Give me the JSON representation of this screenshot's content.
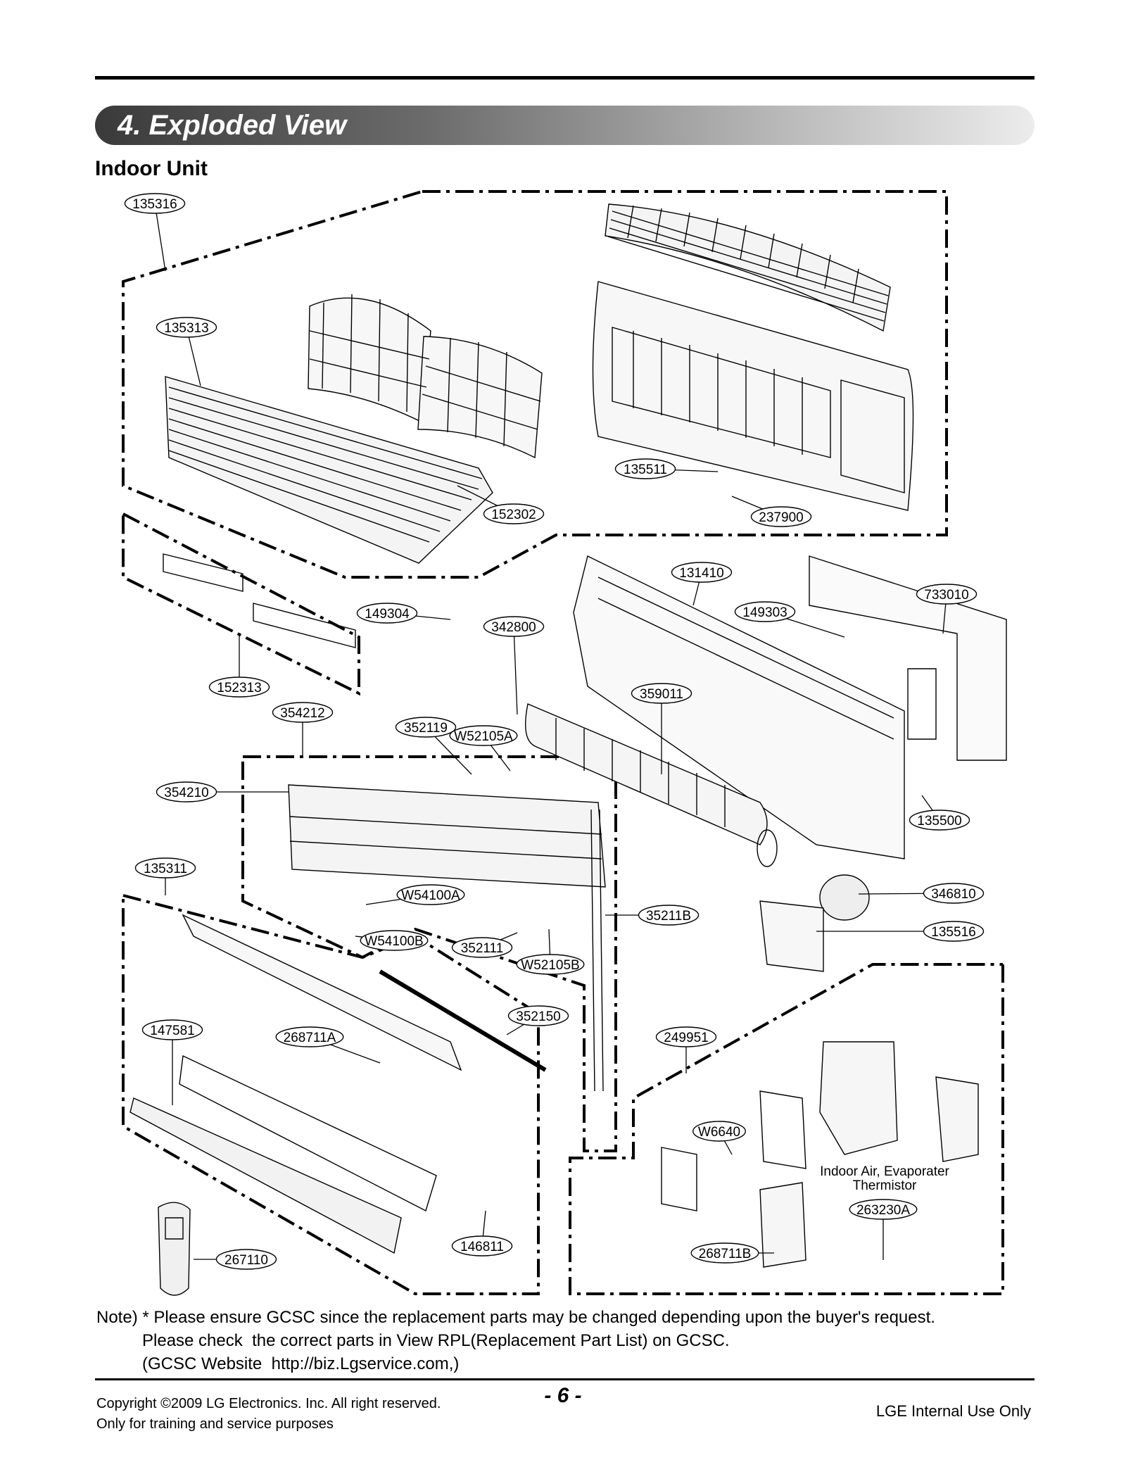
{
  "section_title": "4. Exploded View",
  "subtitle": "Indoor Unit",
  "callouts": [
    {
      "id": "135316"
    },
    {
      "id": "135313"
    },
    {
      "id": "152302"
    },
    {
      "id": "135511"
    },
    {
      "id": "237900"
    },
    {
      "id": "152313"
    },
    {
      "id": "149304"
    },
    {
      "id": "342800"
    },
    {
      "id": "131410"
    },
    {
      "id": "149303"
    },
    {
      "id": "733010"
    },
    {
      "id": "359011"
    },
    {
      "id": "354212"
    },
    {
      "id": "352119"
    },
    {
      "id": "W52105A"
    },
    {
      "id": "354210"
    },
    {
      "id": "135500"
    },
    {
      "id": "135311"
    },
    {
      "id": "W54100A"
    },
    {
      "id": "346810"
    },
    {
      "id": "35211B"
    },
    {
      "id": "135516"
    },
    {
      "id": "W54100B"
    },
    {
      "id": "352111"
    },
    {
      "id": "W52105B"
    },
    {
      "id": "352150"
    },
    {
      "id": "147581"
    },
    {
      "id": "268711A"
    },
    {
      "id": "249951"
    },
    {
      "id": "W6640"
    },
    {
      "id": "263230A"
    },
    {
      "id": "268711B"
    },
    {
      "id": "146811"
    },
    {
      "id": "267110"
    }
  ],
  "thermistor_label_1": "Indoor Air, Evaporater",
  "thermistor_label_2": "Thermistor",
  "note_line_1": "Note) * Please ensure GCSC since the replacement parts may be changed depending upon the buyer's request.",
  "note_line_2": "Please check  the correct parts in View RPL(Replacement Part List) on GCSC.",
  "note_line_3": "(GCSC Website  http://biz.Lgservice.com,)",
  "copyright": "Copyright ©2009 LG Electronics. Inc. All right reserved.",
  "training": "Only for training and service purposes",
  "page_number": "- 6 -",
  "internal": "LGE Internal Use Only"
}
